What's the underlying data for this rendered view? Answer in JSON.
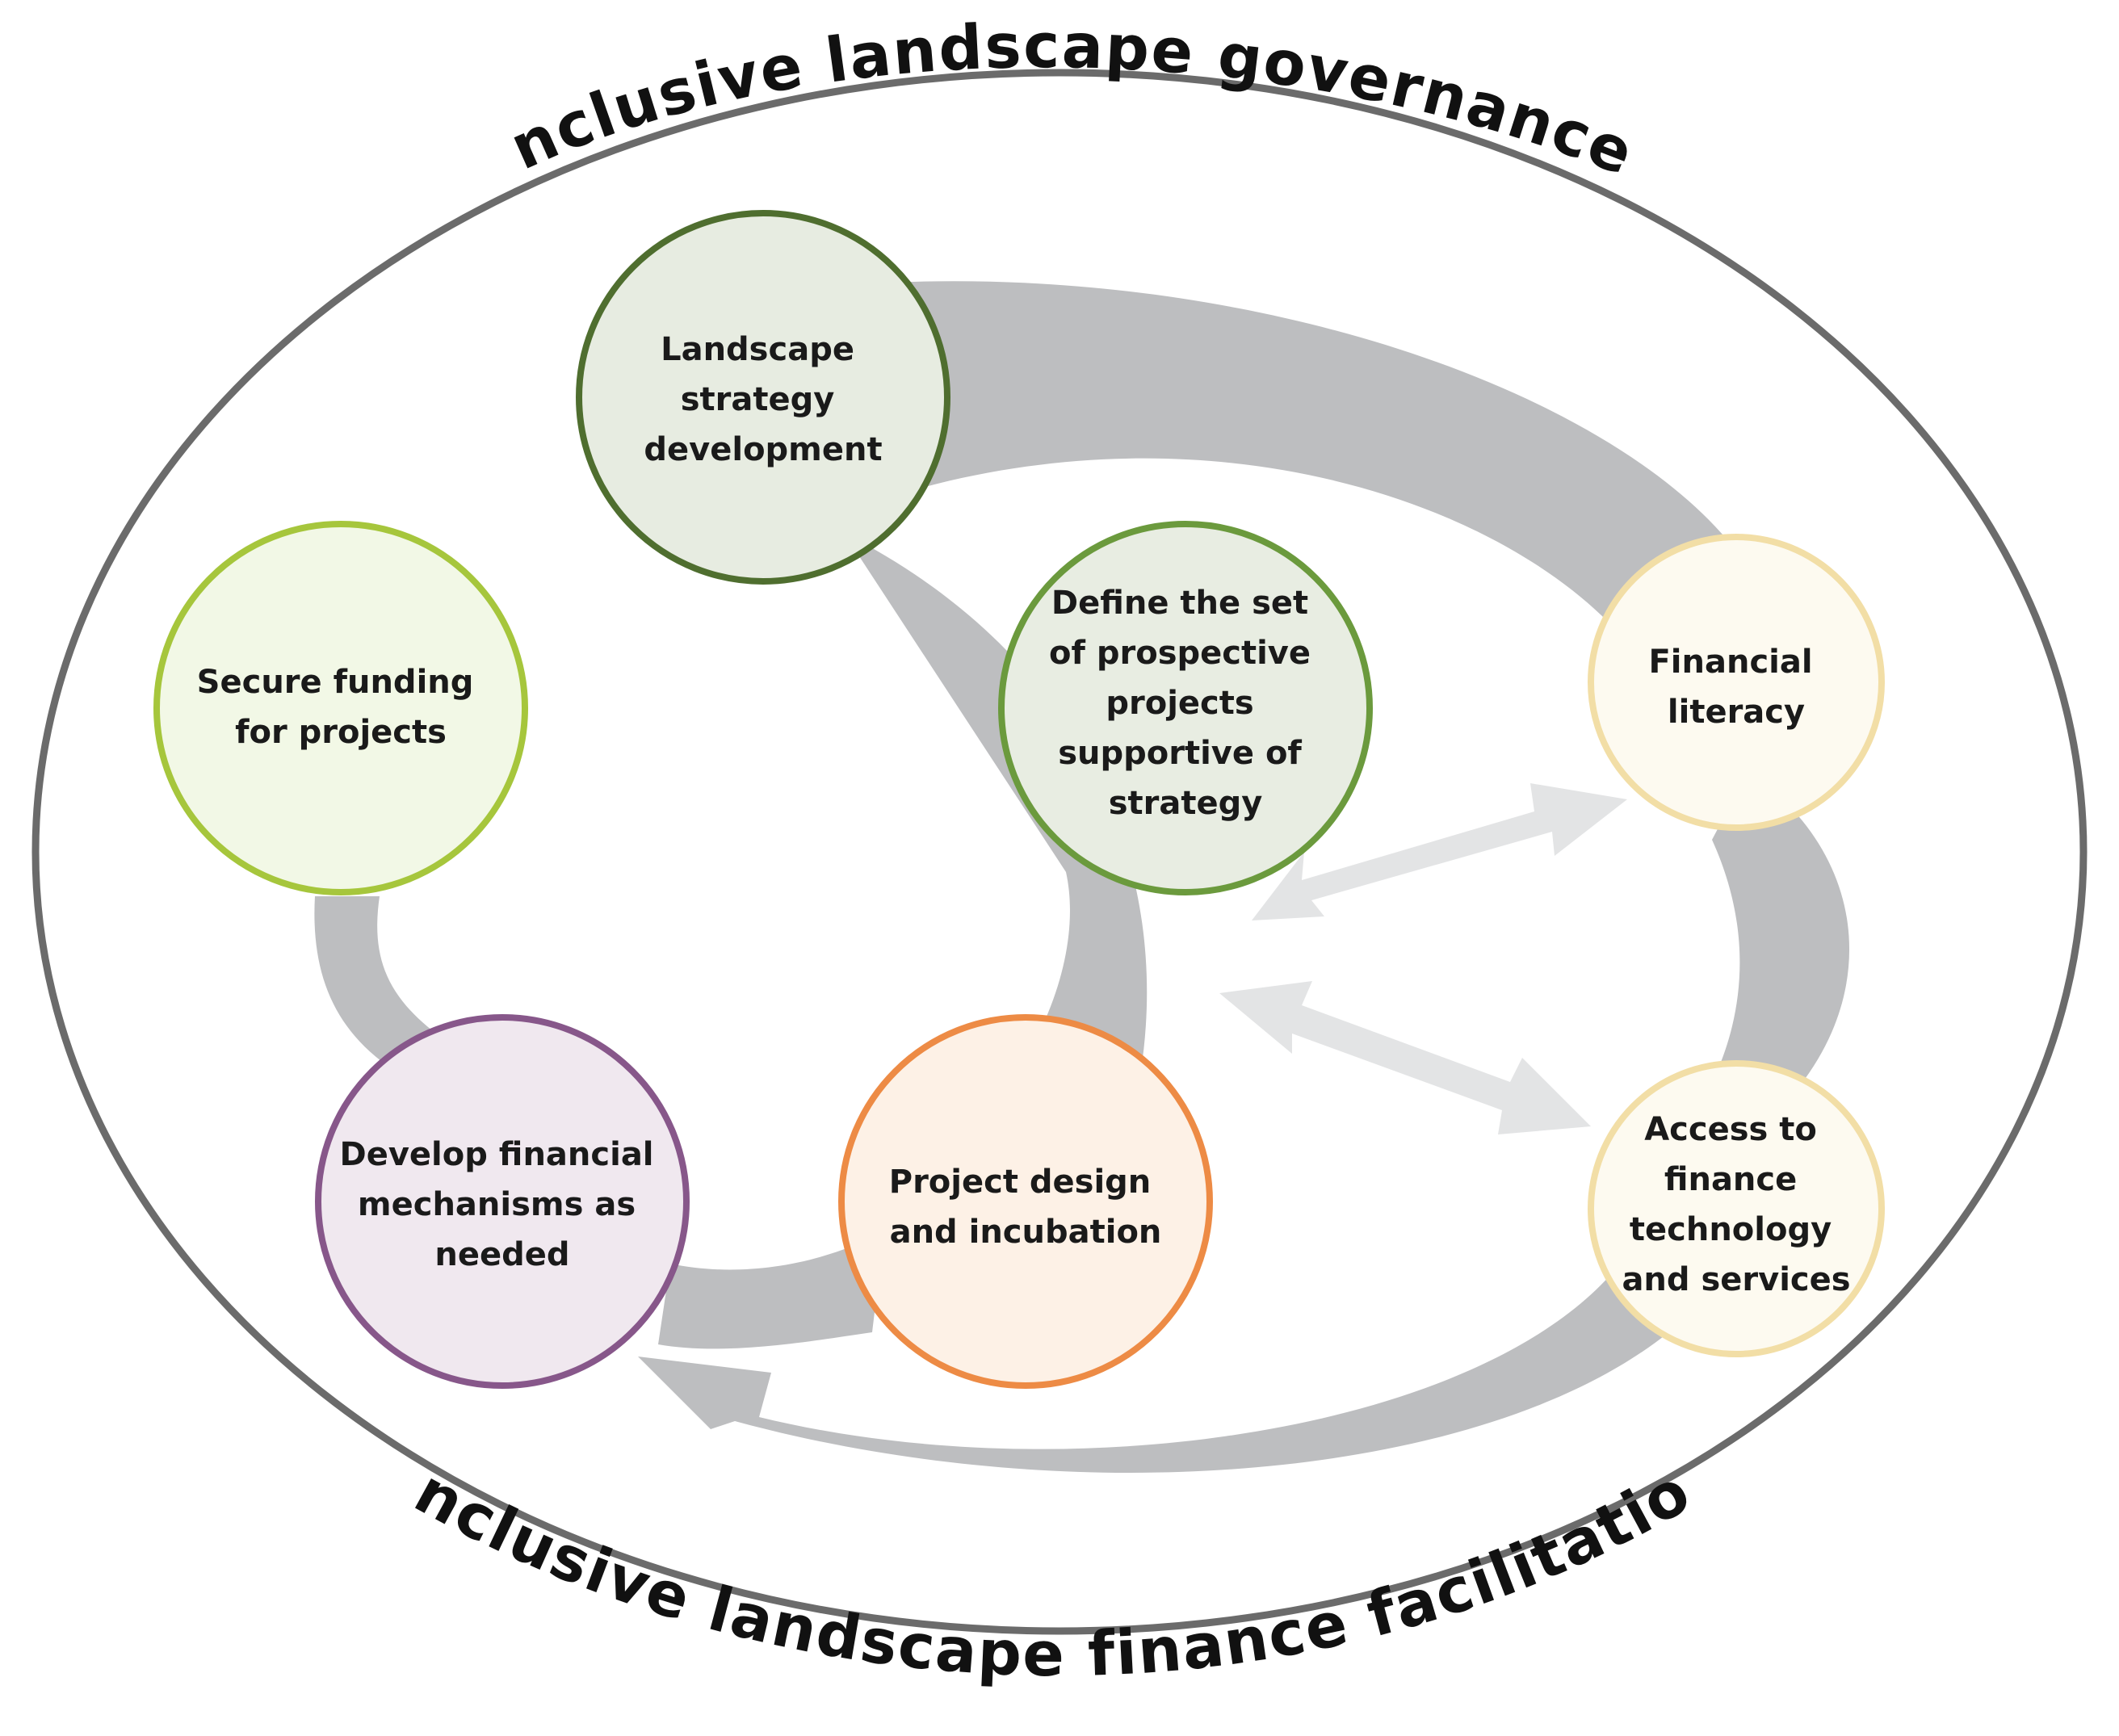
{
  "outer_labels": {
    "top": "Inclusive landscape governance",
    "bottom": "Inclusive landscape finance facilitation"
  },
  "nodes": {
    "landscape_strategy": {
      "lines": [
        "Landscape",
        "strategy",
        "development"
      ],
      "fill": "#e7ece1",
      "stroke": "#4f6e2f"
    },
    "define_projects": {
      "lines": [
        "Define the set",
        "of prospective",
        "projects",
        "supportive of",
        "strategy"
      ],
      "fill": "#e8ede2",
      "stroke": "#6b9a3d"
    },
    "financial_literacy": {
      "lines": [
        "Financial",
        "literacy"
      ],
      "fill": "#fdfaf0",
      "stroke": "#f2dea6"
    },
    "access_to_finance": {
      "lines": [
        "Access to",
        "finance",
        "technology",
        "and services"
      ],
      "fill": "#fdfaf0",
      "stroke": "#f2dea6"
    },
    "project_design": {
      "lines": [
        "Project design",
        "and incubation"
      ],
      "fill": "#fdf1e6",
      "stroke": "#ed8b45"
    },
    "develop_mechanisms": {
      "lines": [
        "Develop financial",
        "mechanisms as",
        "needed"
      ],
      "fill": "#f0e8ef",
      "stroke": "#87578a"
    },
    "secure_funding": {
      "lines": [
        "Secure funding",
        "for projects"
      ],
      "fill": "#f2f8e6",
      "stroke": "#a6c63c"
    }
  },
  "colors": {
    "outer_ring": "#6b6b6b",
    "flow_band": "#bdbec0",
    "light_arrow": "#e3e4e5"
  }
}
